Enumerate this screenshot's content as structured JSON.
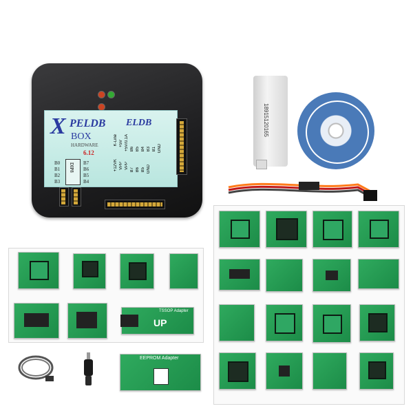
{
  "programmer": {
    "logo_x": "X",
    "logo_brand": "PELDB",
    "logo_model": "BOX",
    "logo_hw": "HARDWARE",
    "version": "6.12",
    "brand_right": "ELDB",
    "pins_left": [
      "B0",
      "B1",
      "B2",
      "B3"
    ],
    "pins_right": [
      "B7",
      "B6",
      "B5",
      "B4"
    ],
    "dip_label": "DIP8",
    "vertical_pins": [
      "+12VK",
      "VPP",
      "VPP",
      "B7",
      "B6",
      "B5",
      "GND",
      "K-Line",
      "+5V",
      "+5V/0.1A",
      "B6",
      "B5",
      "B4",
      "B3",
      "B1",
      "GND"
    ]
  },
  "dongle": {
    "serial": "18915120165"
  },
  "cable_label": "",
  "adapters": {
    "up_label": "UP",
    "eeprom_label": "EEPROM Adapter",
    "tssop_label": "TSSOP Adapter"
  },
  "colors": {
    "board_green": "#1c8c48",
    "box_black": "#1e1e20",
    "cd_blue": "#4a7ab8"
  }
}
